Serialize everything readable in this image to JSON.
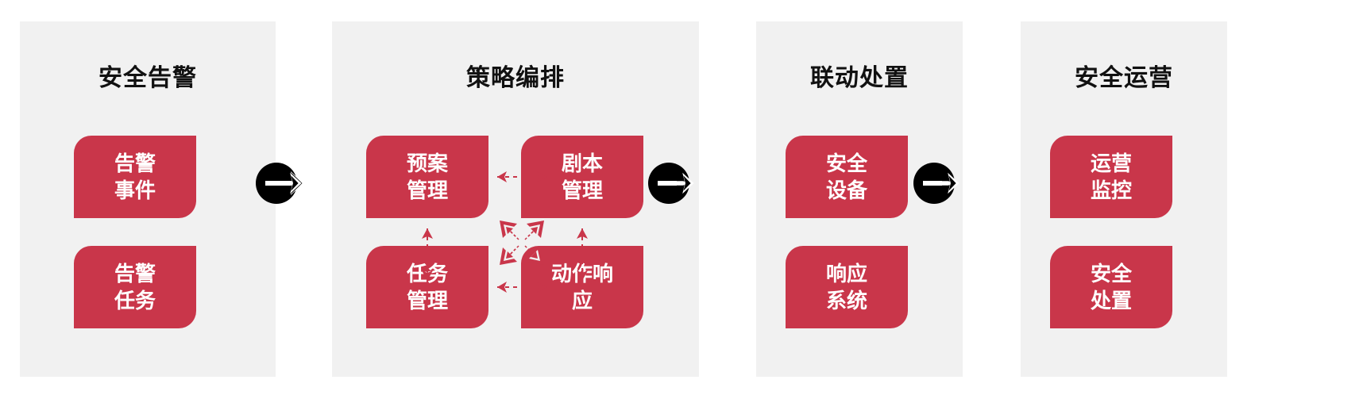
{
  "diagram": {
    "type": "process-flow",
    "orientation": "horizontal",
    "accent_color": "#c9364a",
    "panel_background": "#f1f1f1",
    "connector_color": "#000000",
    "title_color": "#111111",
    "card_text_color": "#ffffff"
  },
  "panels": [
    {
      "id": "security-alert",
      "title": "安全告警",
      "cards": [
        {
          "id": "alert-event",
          "label": "告警\n事件"
        },
        {
          "id": "alert-task",
          "label": "告警\n任务"
        }
      ]
    },
    {
      "id": "policy-orchestration",
      "title": "策略编排",
      "cards": [
        {
          "id": "plan-management",
          "label": "预案\n管理"
        },
        {
          "id": "script-management",
          "label": "剧本\n管理"
        },
        {
          "id": "task-management",
          "label": "任务\n管理"
        },
        {
          "id": "action-response",
          "label": "动作响\n应"
        }
      ],
      "internal_links": [
        {
          "id": "link-plan-script",
          "from": "plan-management",
          "to": "script-management",
          "style": "dashed-bidirectional",
          "direction": "horizontal"
        },
        {
          "id": "link-task-action",
          "from": "task-management",
          "to": "action-response",
          "style": "dashed-bidirectional",
          "direction": "horizontal"
        },
        {
          "id": "link-plan-task",
          "from": "plan-management",
          "to": "task-management",
          "style": "dashed-bidirectional",
          "direction": "vertical"
        },
        {
          "id": "link-script-action",
          "from": "script-management",
          "to": "action-response",
          "style": "dashed-bidirectional",
          "direction": "vertical"
        },
        {
          "id": "link-cross",
          "from": "all",
          "to": "all",
          "style": "four-way-diagonal",
          "direction": "diagonal"
        }
      ]
    },
    {
      "id": "linked-disposal",
      "title": "联动处置",
      "cards": [
        {
          "id": "security-device",
          "label": "安全\n设备"
        },
        {
          "id": "response-system",
          "label": "响应\n系统"
        }
      ]
    },
    {
      "id": "security-operations",
      "title": "安全运营",
      "cards": [
        {
          "id": "operation-monitor",
          "label": "运营\n监控"
        },
        {
          "id": "security-disposal",
          "label": "安全\n处置"
        }
      ]
    }
  ],
  "connectors": [
    {
      "id": "flow-arrow-1",
      "icon": "circle-arrow-right-icon",
      "from": "security-alert",
      "to": "policy-orchestration"
    },
    {
      "id": "flow-arrow-2",
      "icon": "circle-arrow-right-icon",
      "from": "policy-orchestration",
      "to": "linked-disposal"
    },
    {
      "id": "flow-arrow-3",
      "icon": "circle-arrow-right-icon",
      "from": "linked-disposal",
      "to": "security-operations"
    }
  ]
}
